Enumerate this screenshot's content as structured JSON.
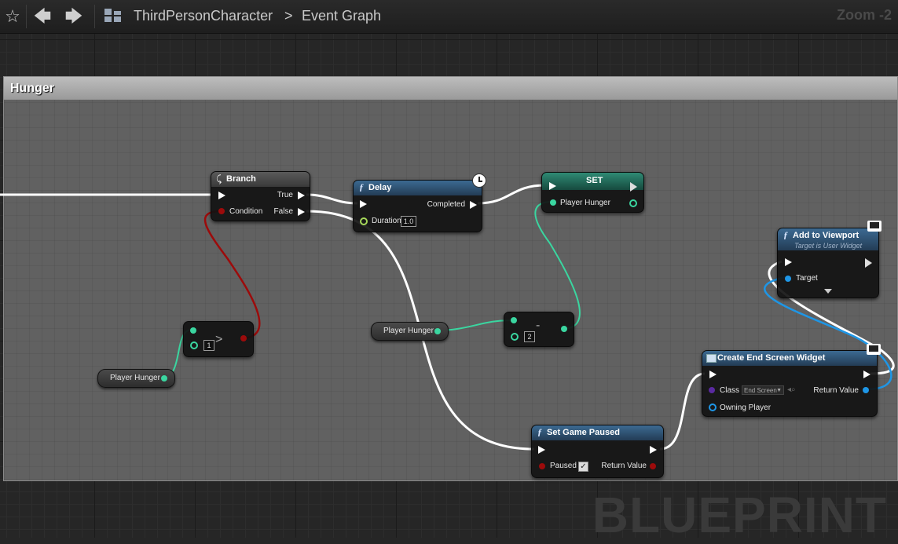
{
  "toolbar": {
    "breadcrumb_asset": "ThirdPersonCharacter",
    "breadcrumb_separator": ">",
    "breadcrumb_graph": "Event Graph",
    "zoom": "Zoom -2"
  },
  "watermark": "BLUEPRINT",
  "comment": {
    "title": "Hunger"
  },
  "colors": {
    "exec": "#ffffff",
    "float": "#3ad6a0",
    "bool": "#9c0b0b",
    "object": "#1e96e6",
    "class": "#5a2aa0",
    "set_header": "#1f6b5a",
    "function_header": "#2c4d6e",
    "comment_header": "#aaaaaa"
  },
  "nodes": {
    "branch": {
      "title": "Branch",
      "true": "True",
      "false": "False",
      "condition": "Condition"
    },
    "delay": {
      "title": "Delay",
      "completed": "Completed",
      "duration": "Duration",
      "duration_value": "1.0"
    },
    "set": {
      "title": "SET",
      "pin": "Player Hunger"
    },
    "add_to_viewport": {
      "title": "Add to Viewport",
      "subtitle": "Target is User Widget",
      "target": "Target"
    },
    "greater": {
      "op": ">",
      "value": "1"
    },
    "get_hunger_1": {
      "label": "Player Hunger"
    },
    "get_hunger_2": {
      "label": "Player Hunger"
    },
    "subtract": {
      "op": "-",
      "value": "2"
    },
    "create_widget": {
      "title": "Create End Screen Widget",
      "class": "Class",
      "class_value": "End Screen",
      "return_value": "Return Value",
      "owning_player": "Owning Player"
    },
    "set_game_paused": {
      "title": "Set Game Paused",
      "paused": "Paused",
      "return_value": "Return Value"
    }
  }
}
